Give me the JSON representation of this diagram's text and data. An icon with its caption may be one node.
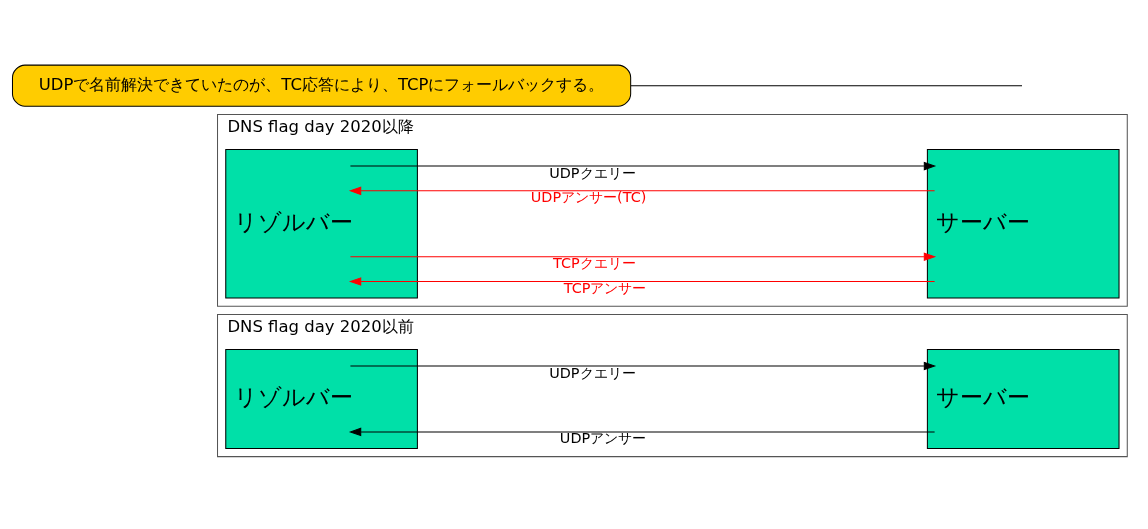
{
  "diagram": {
    "nodes": [
      {
        "text": [
          "DNS flag day 2020以前"
        ]
      },
      {
        "text": [
          "リゾルバー"
        ],
        "in": 0
      },
      {
        "text": [
          "サーバー"
        ],
        "in": 0
      },
      {
        "text": [
          "DNS flag day 2020以降"
        ]
      },
      {
        "text": [
          "リゾルバー"
        ],
        "in": 3
      },
      {
        "text": [
          "サーバー"
        ],
        "in": 3
      },
      {
        "text": [
          "UDPで名前解決できていたのが、TC応答により、TCPにフォールバックする。"
        ]
      }
    ],
    "edges": [
      {
        "from": 1,
        "to": 2,
        "arrow": "to",
        "label": "UDPクエリー"
      },
      {
        "from": 2,
        "to": 1,
        "arrow": "to",
        "label": "UDPアンサー"
      },
      {
        "from": 4,
        "to": 5,
        "arrow": "to",
        "label": "UDPクエリー"
      },
      {
        "from": 5,
        "to": 4,
        "arrow": "to",
        "label": "UDPアンサー(TC)",
        "color": "#ff0000"
      },
      {
        "from": 4,
        "to": 5,
        "arrow": "to",
        "label": "TCPクエリー",
        "color": "#ff0000"
      },
      {
        "from": 5,
        "to": 4,
        "arrow": "to",
        "label": "TCPアンサー",
        "color": "#ff0000"
      },
      {
        "from": 6,
        "to": null,
        "arrow": "none"
      }
    ]
  }
}
